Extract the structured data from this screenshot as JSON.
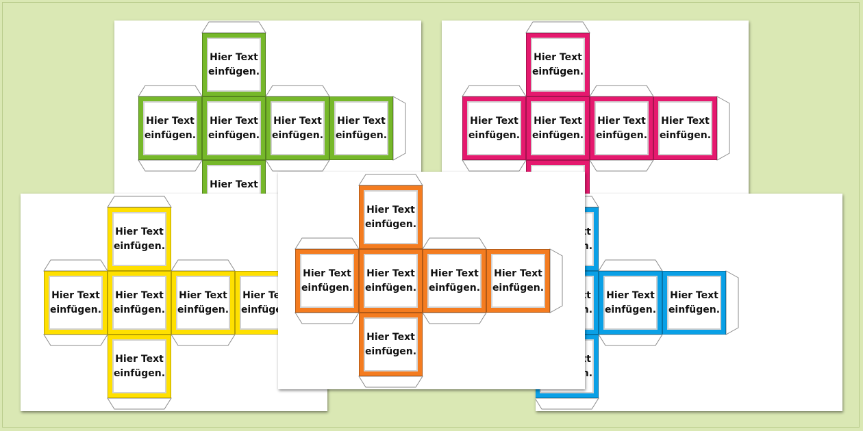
{
  "face_text": {
    "line1": "Hier Text",
    "line2": "einfügen."
  },
  "colors": {
    "green": "#76b82a",
    "pink": "#e5196e",
    "yellow": "#ffe000",
    "orange": "#f47c20",
    "blue": "#0aa0e6"
  },
  "sheets": [
    {
      "id": "green-sheet",
      "color": "green"
    },
    {
      "id": "pink-sheet",
      "color": "pink"
    },
    {
      "id": "yellow-sheet",
      "color": "yellow"
    },
    {
      "id": "blue-sheet",
      "color": "blue"
    },
    {
      "id": "orange-sheet",
      "color": "orange"
    }
  ]
}
